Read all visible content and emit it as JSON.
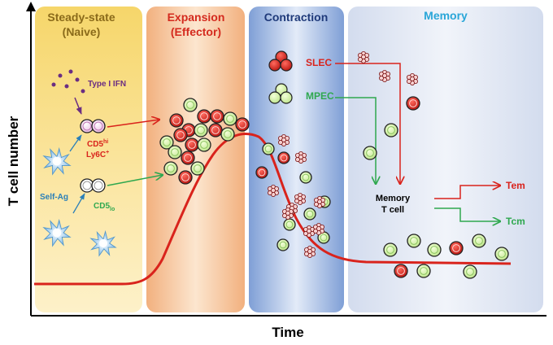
{
  "axes": {
    "y_label": "T cell number",
    "x_label": "Time"
  },
  "phases": [
    {
      "line1": "Steady-state",
      "line2": "(Naive)",
      "color": "#8a6a1a",
      "bg": "#f7dc7a"
    },
    {
      "line1": "Expansion",
      "line2": "(Effector)",
      "color": "#d42a1e",
      "bg": "#f3b78c"
    },
    {
      "line1": "Contraction",
      "line2": "",
      "color": "#1f3a7a",
      "bg": "#8aa6d8"
    },
    {
      "line1": "Memory",
      "line2": "",
      "color": "#2aa6d8",
      "bg": "#d9e2f2"
    }
  ],
  "naive": {
    "type1_ifn": "Type I IFN",
    "cd5hi_main": "CD5",
    "cd5hi_sup": "hi",
    "ly6c_main": "Ly6C",
    "ly6c_sup": "+",
    "self_ag": "Self-Ag",
    "cd5lo_main": "CD5",
    "cd5lo_sup": "lo"
  },
  "subsets": {
    "slec": "SLEC",
    "mpec": "MPEC",
    "memory_line1": "Memory",
    "memory_line2": "T cell",
    "tem": "Tem",
    "tcm": "Tcm"
  },
  "colors": {
    "red": "#d9231c",
    "green": "#2fa84f",
    "blue": "#2a7fb8",
    "ifn_dots": "#6a2d82",
    "curve": "#d9231c"
  },
  "icons": [
    "dendritic-cell-icon",
    "effector-cell-icon",
    "memory-precursor-cell-icon",
    "naive-cell-icon",
    "apoptotic-cell-icon"
  ]
}
